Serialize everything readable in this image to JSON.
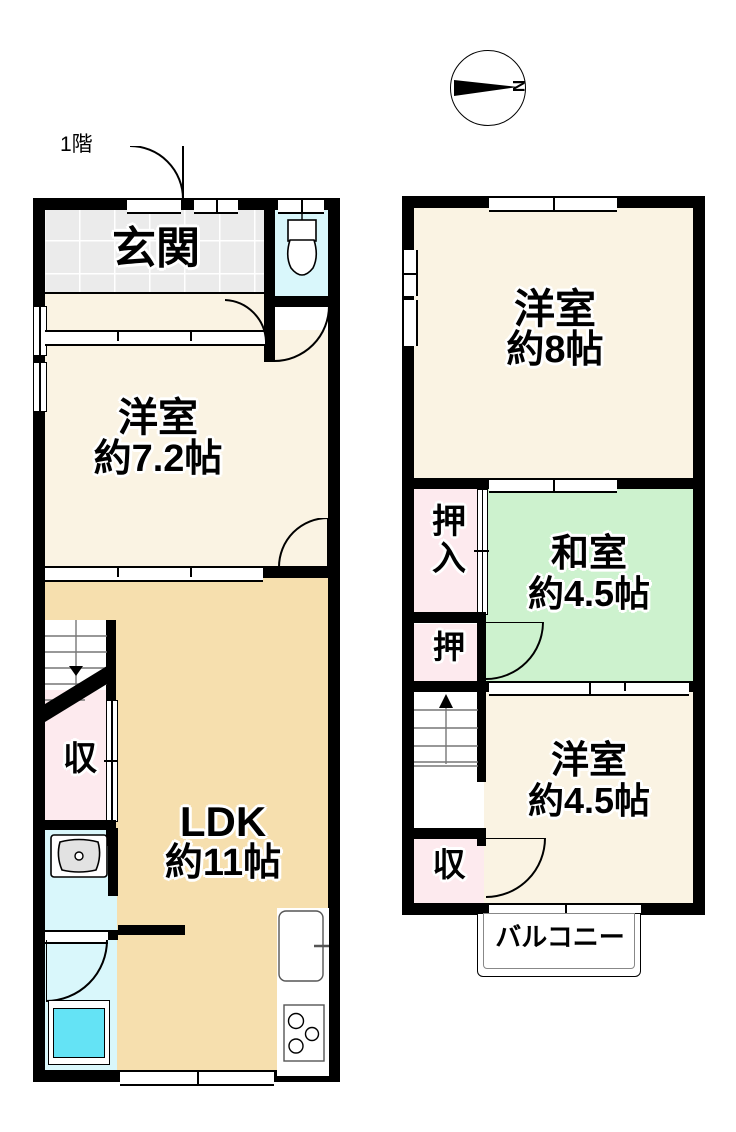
{
  "plan": {
    "type": "floor-plan",
    "floor_label_1f": "1階",
    "compass": {
      "north_label": "N"
    },
    "floors": [
      {
        "id": "1f",
        "label": "1階",
        "rooms": [
          {
            "name": "玄関",
            "label": "玄関",
            "label_line2": "",
            "kind": "entrance"
          },
          {
            "name": "洋室",
            "label": "洋室",
            "label_line2": "約7.2帖",
            "kind": "western"
          },
          {
            "name": "LDK",
            "label": "LDK",
            "label_line2": "約11帖",
            "kind": "ldk"
          },
          {
            "name": "収納",
            "label": "収",
            "label_line2": "",
            "kind": "closet"
          },
          {
            "name": "トイレ",
            "label": "",
            "label_line2": "",
            "kind": "toilet"
          },
          {
            "name": "洗面所",
            "label": "",
            "label_line2": "",
            "kind": "washroom"
          },
          {
            "name": "浴室",
            "label": "",
            "label_line2": "",
            "kind": "bath"
          }
        ]
      },
      {
        "id": "2f",
        "label": "",
        "rooms": [
          {
            "name": "洋室8",
            "label": "洋室",
            "label_line2": "約8帖",
            "kind": "western"
          },
          {
            "name": "和室4.5",
            "label": "和室",
            "label_line2": "約4.5帖",
            "kind": "japanese"
          },
          {
            "name": "洋室4.5",
            "label": "洋室",
            "label_line2": "約4.5帖",
            "kind": "western"
          },
          {
            "name": "押入",
            "label": "押",
            "label_line2": "入",
            "kind": "closet"
          },
          {
            "name": "押",
            "label": "押",
            "label_line2": "",
            "kind": "closet"
          },
          {
            "name": "収納",
            "label": "収",
            "label_line2": "",
            "kind": "closet"
          },
          {
            "name": "バルコニー",
            "label": "バルコニー",
            "label_line2": "",
            "kind": "balcony"
          }
        ]
      }
    ],
    "colors": {
      "western_room": "#faf3e3",
      "ldk": "#f6dfae",
      "japanese_room": "#cdf2ce",
      "closet": "#fdeaee",
      "water_area": "#d9f7fb",
      "entrance_tile": "#ebebeb",
      "bathtub": "#64e3f5",
      "wall": "#000000",
      "background": "#ffffff"
    },
    "fixtures": [
      {
        "name": "toilet-bowl",
        "floor": "1f"
      },
      {
        "name": "wash-basin",
        "floor": "1f"
      },
      {
        "name": "bathtub",
        "floor": "1f"
      },
      {
        "name": "kitchen-sink",
        "floor": "1f"
      },
      {
        "name": "gas-stove",
        "floor": "1f"
      },
      {
        "name": "stairs-down",
        "floor": "1f"
      },
      {
        "name": "stairs-up",
        "floor": "2f"
      }
    ]
  }
}
